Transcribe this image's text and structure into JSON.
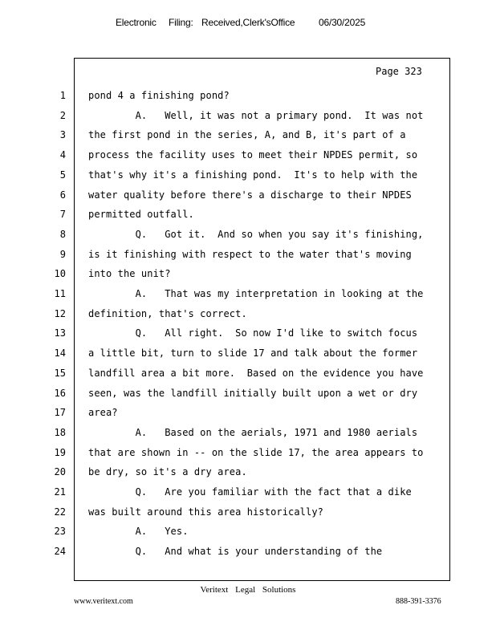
{
  "header": {
    "label_electronic": "Electronic",
    "label_filing": "Filing:",
    "label_received": "Received,Clerk'sOffice",
    "date": "06/30/2025"
  },
  "page": {
    "number_label": "Page 323"
  },
  "lines": [
    {
      "num": "1",
      "text": "pond 4 a finishing pond?"
    },
    {
      "num": "2",
      "text": "        A.   Well, it was not a primary pond.  It was not"
    },
    {
      "num": "3",
      "text": "the first pond in the series, A, and B, it's part of a"
    },
    {
      "num": "4",
      "text": "process the facility uses to meet their NPDES permit, so"
    },
    {
      "num": "5",
      "text": "that's why it's a finishing pond.  It's to help with the"
    },
    {
      "num": "6",
      "text": "water quality before there's a discharge to their NPDES"
    },
    {
      "num": "7",
      "text": "permitted outfall."
    },
    {
      "num": "8",
      "text": "        Q.   Got it.  And so when you say it's finishing,"
    },
    {
      "num": "9",
      "text": "is it finishing with respect to the water that's moving"
    },
    {
      "num": "10",
      "text": "into the unit?"
    },
    {
      "num": "11",
      "text": "        A.   That was my interpretation in looking at the"
    },
    {
      "num": "12",
      "text": "definition, that's correct."
    },
    {
      "num": "13",
      "text": "        Q.   All right.  So now I'd like to switch focus"
    },
    {
      "num": "14",
      "text": "a little bit, turn to slide 17 and talk about the former"
    },
    {
      "num": "15",
      "text": "landfill area a bit more.  Based on the evidence you have"
    },
    {
      "num": "16",
      "text": "seen, was the landfill initially built upon a wet or dry"
    },
    {
      "num": "17",
      "text": "area?"
    },
    {
      "num": "18",
      "text": "        A.   Based on the aerials, 1971 and 1980 aerials"
    },
    {
      "num": "19",
      "text": "that are shown in -- on the slide 17, the area appears to"
    },
    {
      "num": "20",
      "text": "be dry, so it's a dry area."
    },
    {
      "num": "21",
      "text": "        Q.   Are you familiar with the fact that a dike"
    },
    {
      "num": "22",
      "text": "was built around this area historically?"
    },
    {
      "num": "23",
      "text": "        A.   Yes."
    },
    {
      "num": "24",
      "text": "        Q.   And what is your understanding of the"
    }
  ],
  "footer": {
    "company": "Veritext Legal Solutions",
    "website": "www.veritext.com",
    "phone": "888-391-3376"
  }
}
